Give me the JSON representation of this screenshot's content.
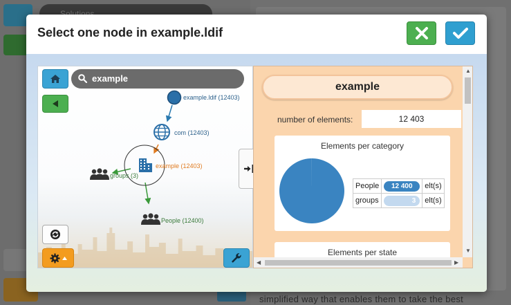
{
  "background": {
    "search_placeholder": "Solutions",
    "text_fragment": "simplified way that enables them to take the best"
  },
  "modal": {
    "title": "Select one node in example.ldif",
    "cancel_icon": "x-icon",
    "ok_icon": "check-icon"
  },
  "graph": {
    "search_value": "example",
    "nodes": [
      {
        "label": "example.ldif (12403)",
        "icon": "circle-node-icon",
        "color": "#2a6fa8"
      },
      {
        "label": "com (12403)",
        "icon": "globe-icon",
        "color": "#2a6fa8"
      },
      {
        "label": "example (12403)",
        "icon": "building-icon",
        "color": "#e07a1f"
      },
      {
        "label": "groups (3)",
        "icon": "group-icon",
        "color": "#3a8a3a"
      },
      {
        "label": "People (12400)",
        "icon": "group-icon",
        "color": "#3a8a3a"
      }
    ],
    "edge_colors": {
      "blue": "#2a7ab0",
      "orange": "#e07a1f",
      "green": "#3a9a3a"
    }
  },
  "info": {
    "title": "example",
    "count_label": "number of elements:",
    "count_value": "12 403",
    "category_card_title": "Elements per category",
    "categories": [
      {
        "name": "People",
        "value_label": "12 400",
        "unit": "elt(s)",
        "color": "#3a84c1"
      },
      {
        "name": "groups",
        "value_label": "3",
        "unit": "elt(s)",
        "color": "#c3d9ef"
      }
    ],
    "state_card_title": "Elements per state"
  },
  "chart_data": {
    "type": "pie",
    "title": "Elements per category",
    "categories": [
      "People",
      "groups"
    ],
    "values": [
      12400,
      3
    ]
  }
}
